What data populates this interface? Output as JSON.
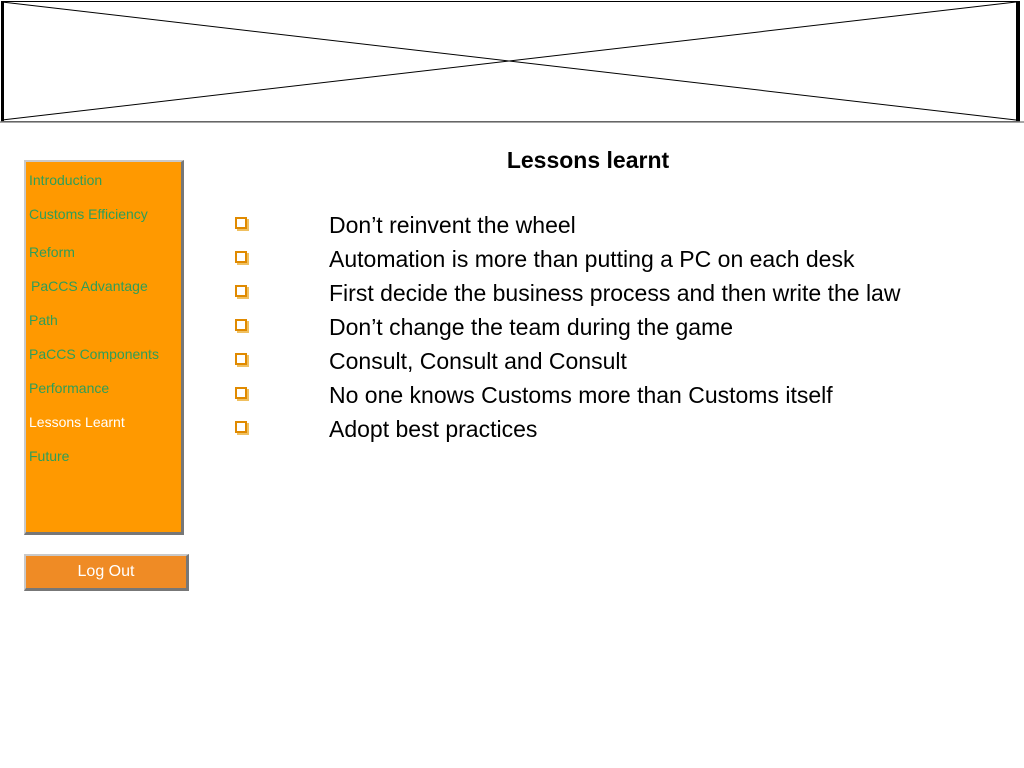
{
  "title": "Lessons learnt",
  "nav": {
    "items": [
      {
        "label": "Introduction",
        "color": "#2e9e58"
      },
      {
        "label": "Customs Efficiency",
        "color": "#2e9e58"
      },
      {
        "label": "Reform",
        "color": "#2e9e58"
      },
      {
        "label": "PaCCS Advantage",
        "color": "#2e9e58"
      },
      {
        "label": "Path",
        "color": "#2e9e58"
      },
      {
        "label": "PaCCS Components",
        "color": "#2e9e58"
      },
      {
        "label": "Performance",
        "color": "#2e9e58"
      },
      {
        "label": "Lessons Learnt",
        "color": "#ffffff"
      },
      {
        "label": "Future",
        "color": "#2e9e58"
      }
    ]
  },
  "logout_label": "Log Out",
  "lessons": [
    "Don’t reinvent the wheel",
    "Automation is more than putting a PC on each desk",
    "First decide the business process and then write the law",
    "Don’t change the team during the game",
    "Consult, Consult and Consult",
    "No one knows Customs more than Customs itself",
    "Adopt best practices"
  ],
  "colors": {
    "sidebar": "#ff9900",
    "logout": "#ef8b25",
    "bullet": "#e08a00"
  }
}
